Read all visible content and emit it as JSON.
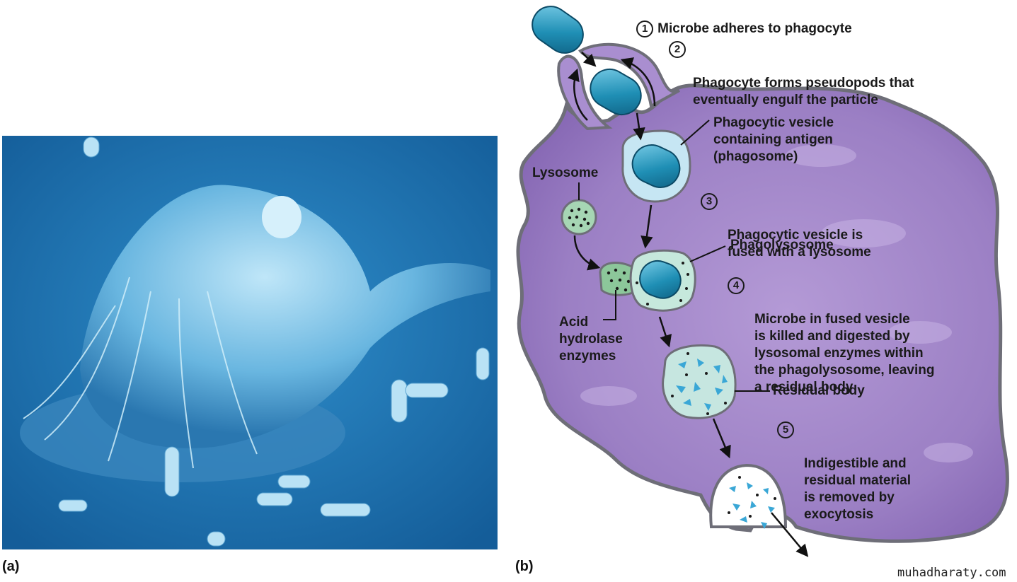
{
  "panels": {
    "a": "(a)",
    "b": "(b)"
  },
  "steps": [
    {
      "num": "1",
      "text": "Microbe adheres to phagocyte"
    },
    {
      "num": "2",
      "text": "Phagocyte forms pseudopods that\neventually engulf the particle"
    },
    {
      "num": "3",
      "text": "Phagocytic vesicle is\nfused with a lysosome"
    },
    {
      "num": "4",
      "text": "Microbe in fused vesicle\nis killed and digested by\nlysosomal enzymes within\nthe phagolysosome, leaving\na residual body"
    },
    {
      "num": "5",
      "text": "Indigestible and\nresidual material\nis removed by\nexocytosis"
    }
  ],
  "labels": {
    "phagosome": "Phagocytic vesicle\ncontaining antigen\n(phagosome)",
    "lysosome": "Lysosome",
    "phagolysosome": "Phagolysosome",
    "acid_hydrolase": "Acid\nhydrolase\nenzymes",
    "residual_body": "Residual body"
  },
  "watermark": "muhadharaty.com",
  "colors": {
    "micrograph_bg": "#1e78b8",
    "cell_fill": "#9b7fc4",
    "cell_edge": "#6e6e78",
    "microbe": "#1f8fb5",
    "lysosome": "#a6d6b4",
    "phagolysosome": "#c6e8dc"
  }
}
